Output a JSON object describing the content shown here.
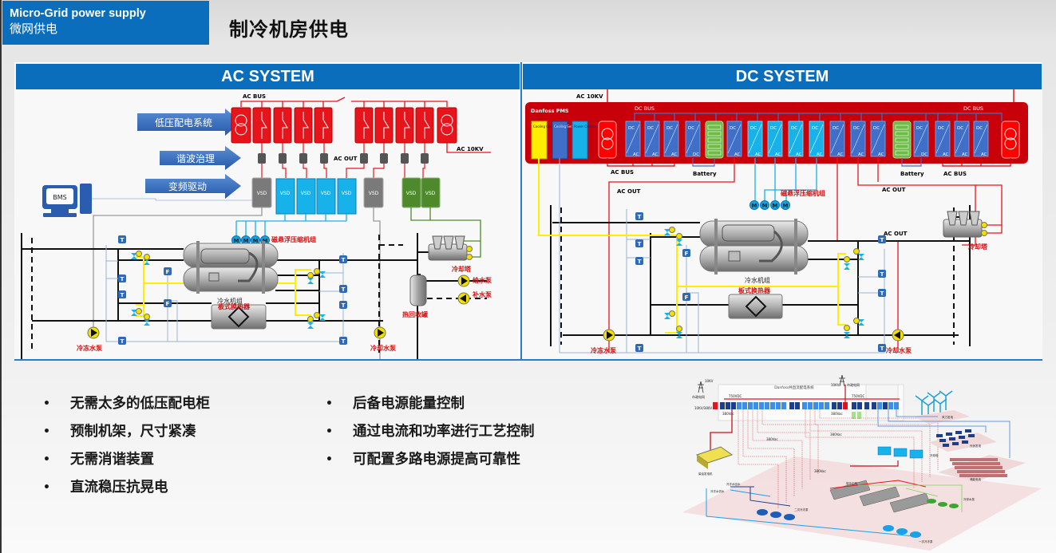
{
  "header": {
    "brand_en": "Micro-Grid power supply",
    "brand_cn": "微网供电",
    "page_title": "制冷机房供电"
  },
  "ac_system": {
    "title": "AC SYSTEM",
    "labels": {
      "ac_bus": "AC BUS",
      "ac_10kv": "AC 10KV",
      "ac_out": "AC OUT",
      "bms": "BMS",
      "vsd": "VSD",
      "motor": "M",
      "temp_sensor": "T",
      "flow_sensor": "F",
      "maglev_compressor": "磁悬浮压缩机组",
      "chiller": "冷水机组",
      "plate_hx": "板式换热器",
      "chilled_pump": "冷冻水泵",
      "cooling_pump": "冷却水泵",
      "cooling_tower": "冷却塔",
      "supply_pump": "给水泵",
      "makeup_pump": "补水泵",
      "heat_recovery_tank": "热回收罐"
    },
    "arrows": [
      {
        "label": "低压配电系统"
      },
      {
        "label": "谐波治理"
      },
      {
        "label": "变频驱动"
      }
    ],
    "colors": {
      "ac_red": "#e8141c",
      "vsd_blue": "#18b2ea",
      "vsd_gray": "#7a7a7a",
      "vsd_green": "#4e8a2c"
    }
  },
  "dc_system": {
    "title": "DC SYSTEM",
    "labels": {
      "ac_10kv": "AC 10KV",
      "pms": "Danfoss PMS",
      "dc_bus": "DC BUS",
      "ac_bus": "AC BUS",
      "battery": "Battery",
      "ac_out": "AC OUT",
      "cooling_control_unit": "Cooling Control Unit",
      "cooling_sensor_unit": "Cooling Sensor Unit",
      "power_control_unit": "Power Control Unit",
      "dc": "DC",
      "ac": "AC",
      "motor": "M",
      "temp_sensor": "T",
      "flow_sensor": "F",
      "maglev_compressor": "磁悬浮压缩机组",
      "chiller": "冷水机组",
      "plate_hx": "板式换热器",
      "chilled_pump": "冷冻水泵",
      "cooling_pump": "冷却水泵",
      "cooling_tower": "冷却塔"
    },
    "colors": {
      "pms_red": "#c8000a",
      "unit_yellow": "#ffee00",
      "unit_blue": "#3f6fc8",
      "unit_cyan": "#18b2ea",
      "battery_green": "#6fba4a"
    }
  },
  "benefits": {
    "col1": [
      "无需太多的低压配电柜",
      "预制机架，尺寸紧凑",
      "无需消谐装置",
      "直流稳压抗晃电"
    ],
    "col2": [
      "后备电源能量控制",
      "通过电流和功率进行工艺控制",
      "可配置多路电源提高可靠性"
    ],
    "bullet": "•"
  },
  "iso_diagram": {
    "title": "Danfoss共直流配电系统",
    "labels": {
      "grid_left": "市政电网",
      "grid_right": "市政电网",
      "kv_left": "10KV",
      "kv_right": "10KV",
      "transformer": "10KV/380V",
      "dc750_left": "750VDC",
      "dc750_right": "750VDC",
      "vac380": "380Vac",
      "wind": "风力发电",
      "solar": "光伏发电",
      "storage": "储能电池",
      "cooling_tower": "冷却塔",
      "chiller": "制冷主机",
      "cooling_pump": "冷却水泵",
      "primary_pump": "一次冷冻泵",
      "secondary_pump": "二次冷冻泵",
      "chilled_return": "冷冻水回水",
      "chilled_supply": "冷冻水供水",
      "generator": "柴油发电机"
    }
  }
}
